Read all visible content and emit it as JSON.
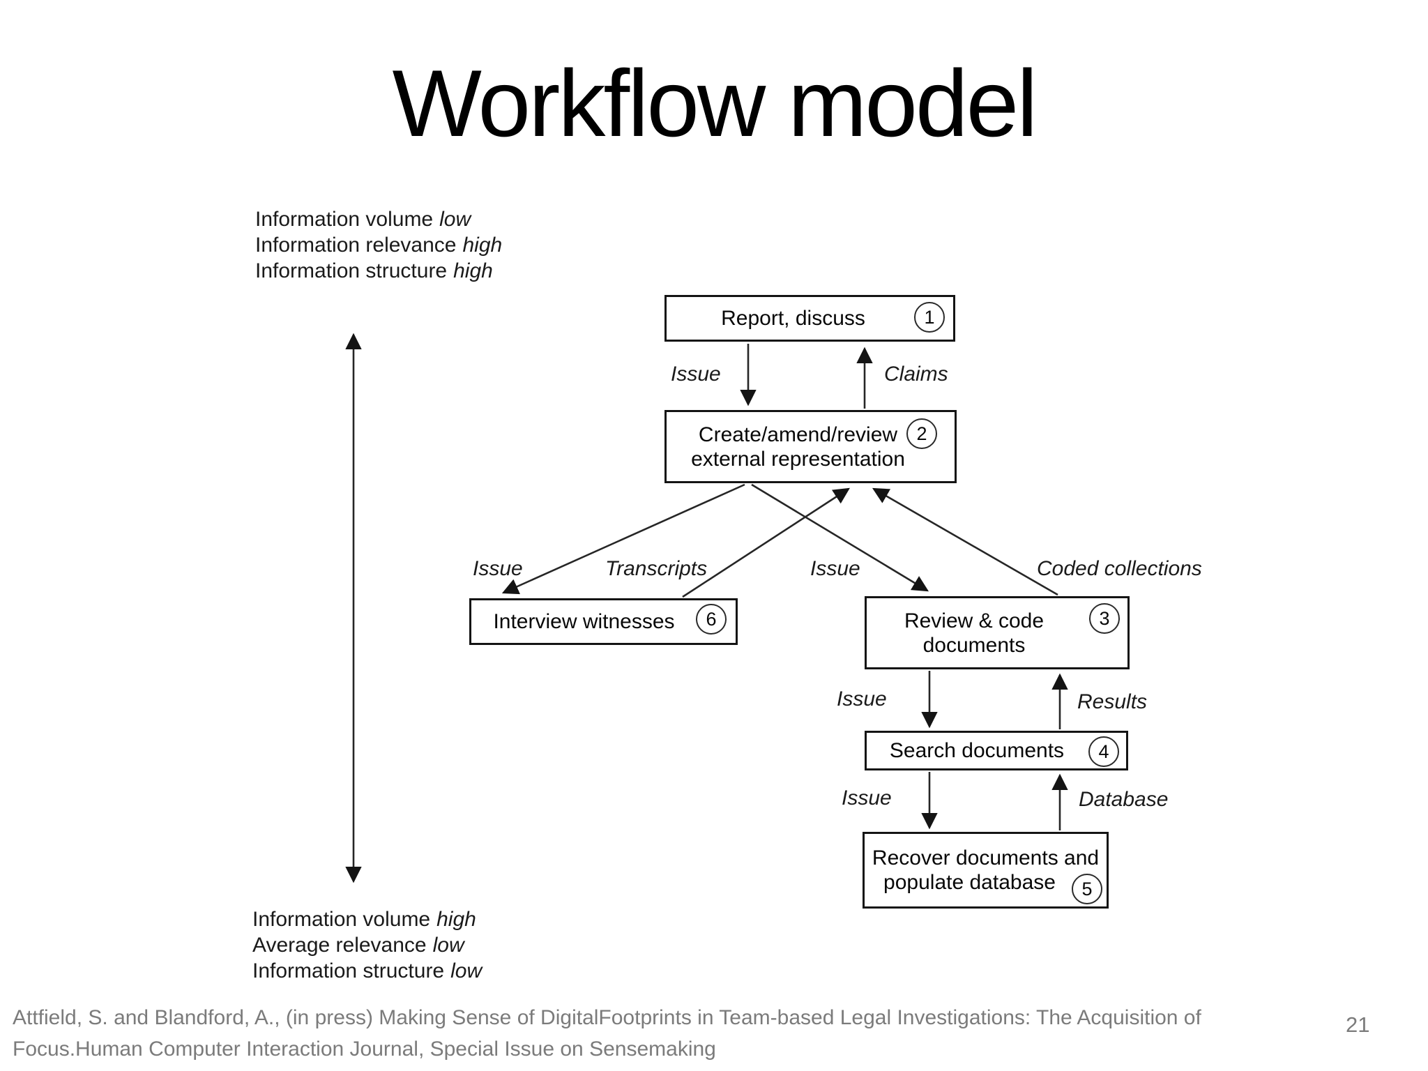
{
  "slide": {
    "title": "Workflow model",
    "page_number": "21",
    "footer_line1": "Attfield, S. and Blandford, A., (in press) Making Sense of DigitalFootprints in Team-based Legal Investigations: The Acquisition of",
    "footer_line2": "Focus.Human Computer Interaction Journal, Special Issue on Sensemaking"
  },
  "annotations": {
    "top": [
      {
        "label": "Information volume",
        "value": "low"
      },
      {
        "label": "Information relevance",
        "value": "high"
      },
      {
        "label": "Information structure",
        "value": "high"
      }
    ],
    "bottom": [
      {
        "label": "Information volume",
        "value": "high"
      },
      {
        "label": "Average relevance",
        "value": "low"
      },
      {
        "label": "Information structure",
        "value": "low"
      }
    ]
  },
  "nodes": {
    "report": {
      "title": "Report, discuss",
      "number": "1"
    },
    "create": {
      "line1": "Create/amend/review",
      "line2": "external representation",
      "number": "2"
    },
    "review": {
      "line1": "Review & code",
      "line2": "documents",
      "number": "3"
    },
    "search": {
      "title": "Search documents",
      "number": "4"
    },
    "recover": {
      "line1": "Recover documents and",
      "line2": "populate database",
      "number": "5"
    },
    "interview": {
      "title": "Interview witnesses",
      "number": "6"
    }
  },
  "edges": {
    "issue_1_2": "Issue",
    "claims": "Claims",
    "issue_2_6": "Issue",
    "transcripts": "Transcripts",
    "issue_2_3": "Issue",
    "coded_collections": "Coded collections",
    "issue_3_4": "Issue",
    "results": "Results",
    "issue_4_5": "Issue",
    "database": "Database"
  },
  "colors": {
    "background": "#ffffff",
    "diagram_ink": "#141414",
    "footer_text": "#7b7b7b"
  }
}
